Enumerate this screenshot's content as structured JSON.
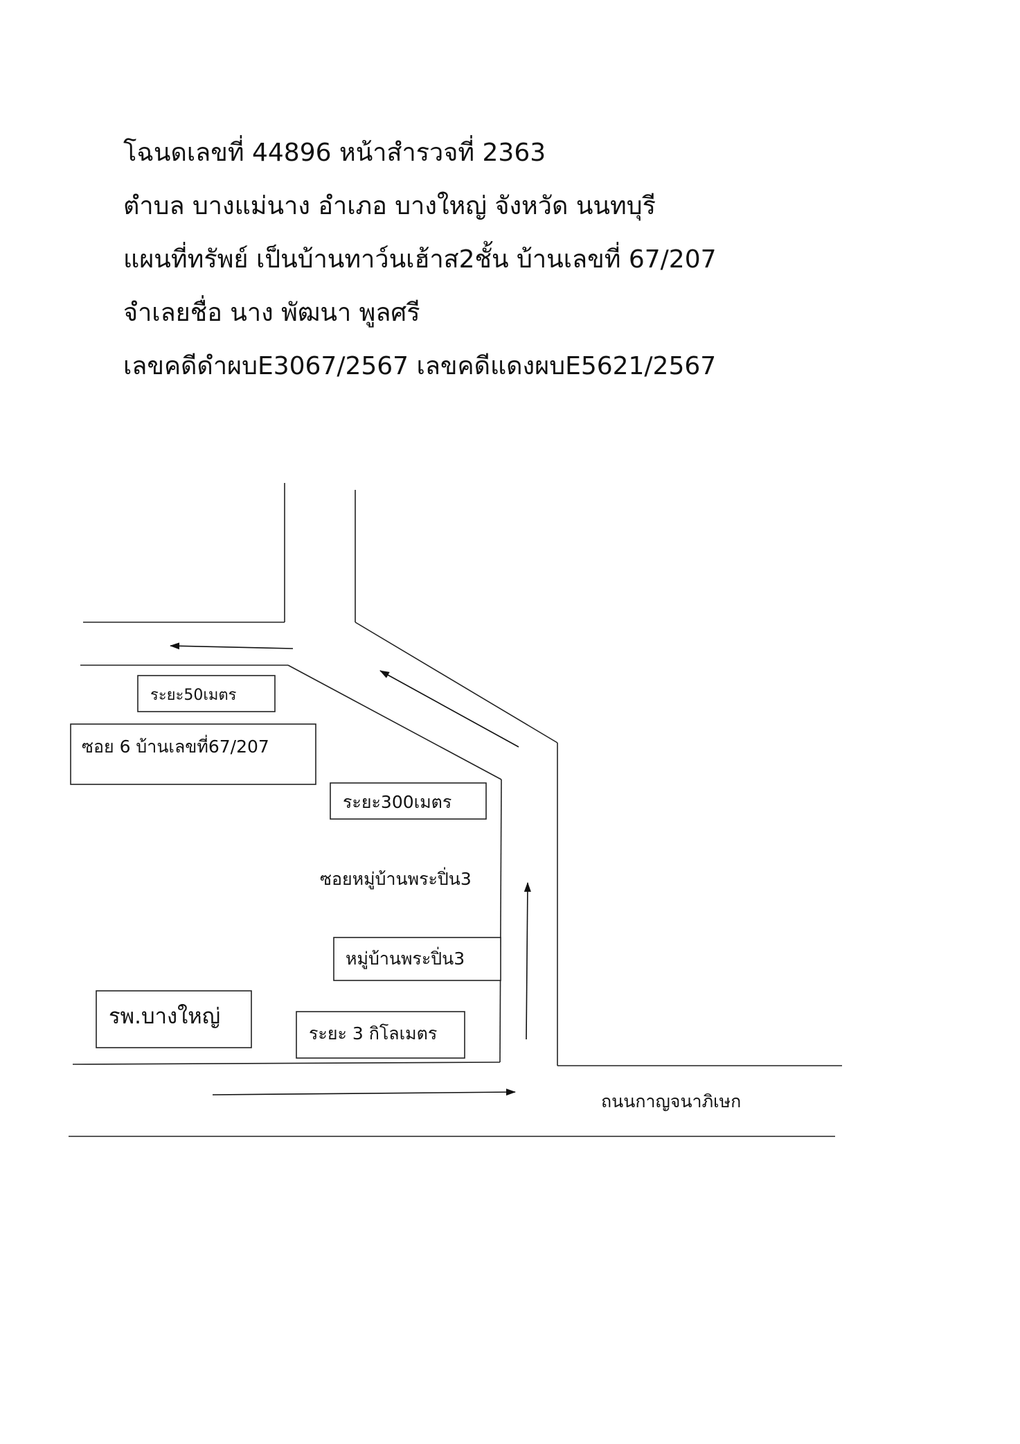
{
  "header": {
    "line1": "โฉนดเลขที่ 44896 หน้าสำรวจที่ 2363",
    "line2": "ตำบล บางแม่นาง  อำเภอ บางใหญ่ จังหวัด นนทบุรี",
    "line3": "แผนที่ทรัพย์ เป็นบ้านทาว์นเฮ้าส2ชั้น บ้านเลขที่ 67/207",
    "line4": "จำเลยชื่อ นาง พัฒนา พูลศรี",
    "line5": "เลขคดีดำผบE3067/2567 เลขคดีแดงผบE5621/2567"
  },
  "map": {
    "label_distance_50m": "ระยะ50เมตร",
    "label_soi6_house": "ซอย 6 บ้านเลขที่67/207",
    "label_distance_300m": "ระยะ300เมตร",
    "label_soi_village": "ซอยหมู่บ้านพระปิ่น3",
    "label_village": "หมู่บ้านพระปิ่น3",
    "label_hospital": "รพ.บางใหญ่",
    "label_distance_3km": "ระยะ 3 กิโลเมตร",
    "label_main_road": "ถนนกาญจนาภิเษก"
  }
}
